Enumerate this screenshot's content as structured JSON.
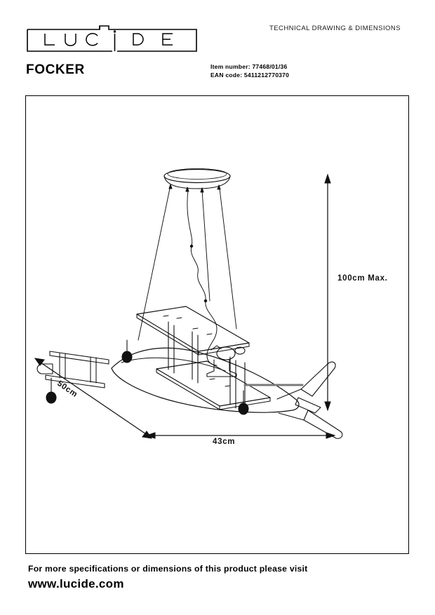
{
  "header": {
    "caption": "TECHNICAL DRAWING & DIMENSIONS",
    "logo_text": "LUCIDE",
    "logo_letters": [
      "L",
      "U",
      "C",
      "I",
      "D",
      "E"
    ]
  },
  "product": {
    "name": "FOCKER",
    "item_number_label": "Item number:",
    "item_number_value": "77468/01/36",
    "ean_label": "EAN code:",
    "ean_value": "5411212770370"
  },
  "dimensions": {
    "height": "100cm Max.",
    "width": "43cm",
    "depth": "50cm"
  },
  "drawing": {
    "subject": "airplane-pendant-lamp",
    "description": "Biplane shaped suspension lamp with round ceiling canopy and three suspension cables"
  },
  "footer": {
    "line1": "For more specifications or dimensions of this product please visit",
    "line2": "www.lucide.com"
  },
  "colors": {
    "ink": "#000000",
    "frame": "#000000",
    "background": "#ffffff"
  }
}
